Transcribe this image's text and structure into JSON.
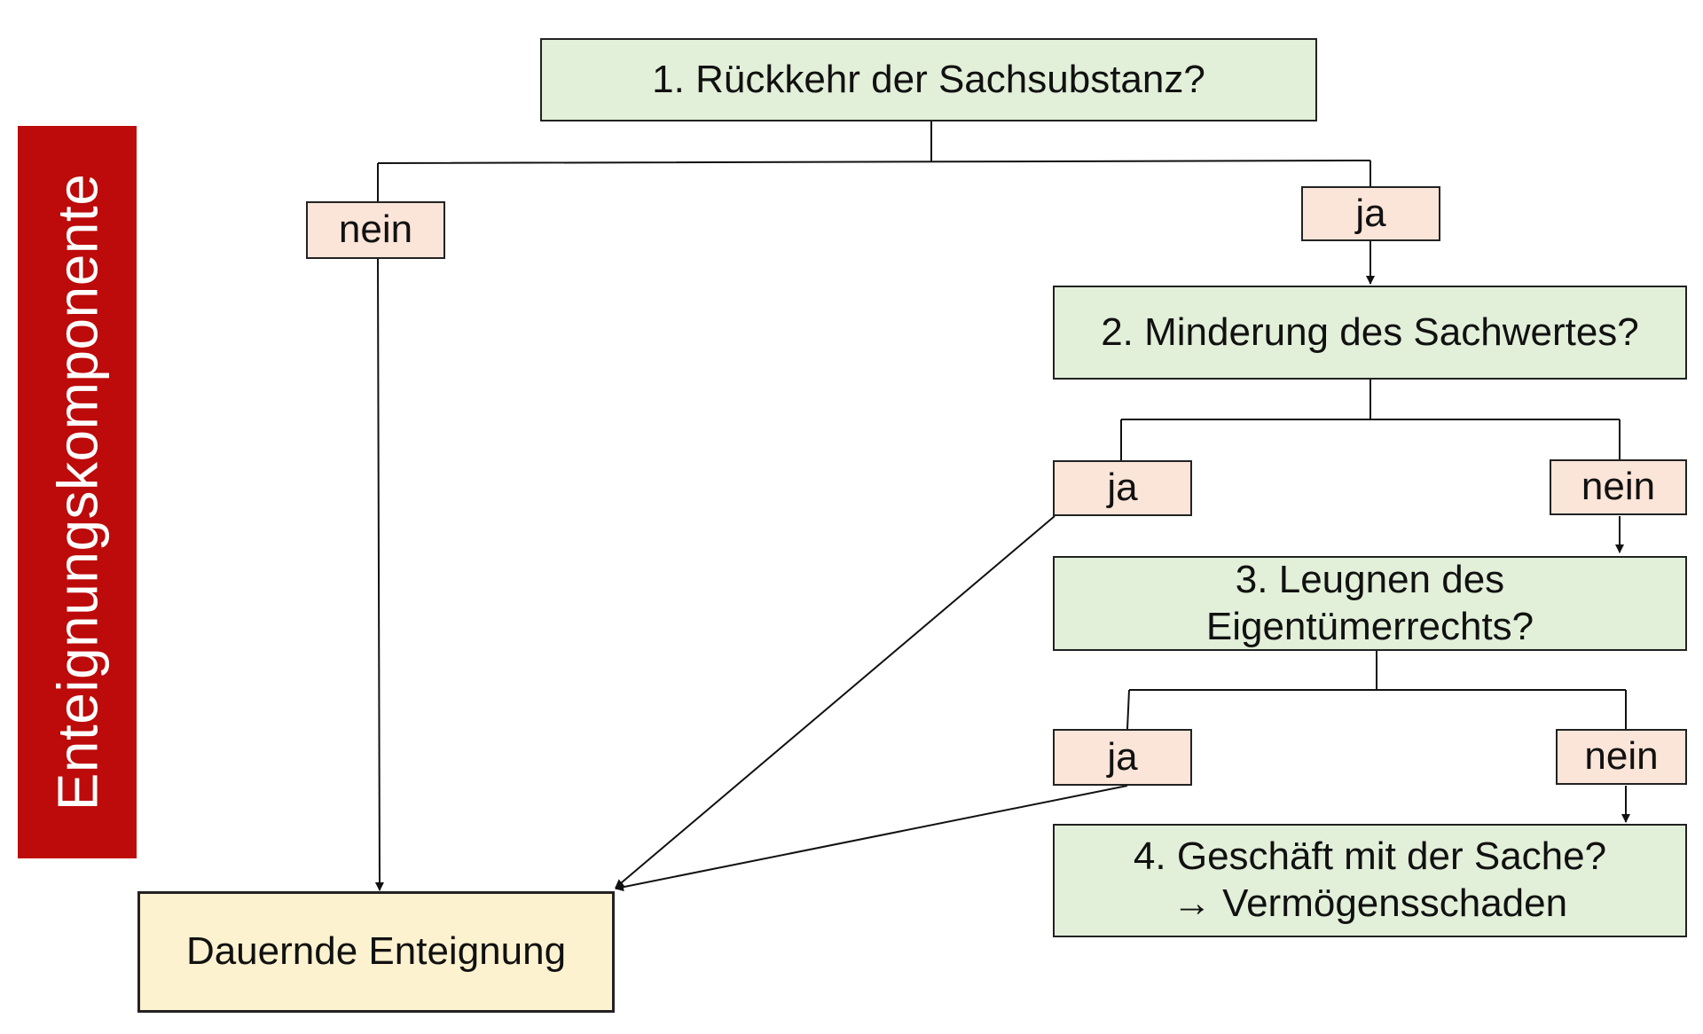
{
  "side_label": "Enteignungskomponente",
  "questions": {
    "q1": "1. Rückkehr der Sachsubstanz?",
    "q2": "2. Minderung des Sachwertes?",
    "q3_line1": "3. Leugnen des",
    "q3_line2": "Eigentümerrechts?",
    "q4_line1": "4. Geschäft mit der Sache?",
    "q4_line2": "→ Vermögensschaden"
  },
  "answers": {
    "q1_no": "nein",
    "q1_yes": "ja",
    "q2_yes": "ja",
    "q2_no": "nein",
    "q3_yes": "ja",
    "q3_no": "nein"
  },
  "result": "Dauernde Enteignung",
  "colors": {
    "banner": "#bd0a0a",
    "question_fill": "#e2efd9",
    "answer_fill": "#fbe4d8",
    "result_fill": "#fdf2cf"
  }
}
